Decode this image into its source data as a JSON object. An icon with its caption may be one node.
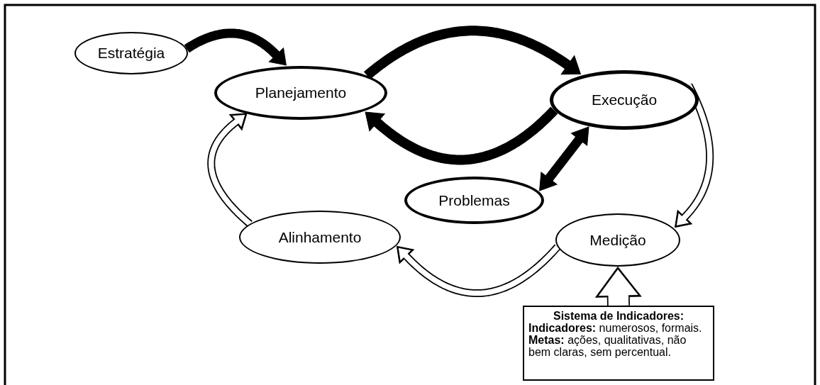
{
  "diagram": {
    "nodes": [
      {
        "text": [
          "Estratégia"
        ]
      },
      {
        "text": [
          "Planejamento"
        ]
      },
      {
        "text": [
          "Execução"
        ]
      },
      {
        "text": [
          "Problemas"
        ]
      },
      {
        "text": [
          "Alinhamento"
        ]
      },
      {
        "text": [
          "Medição"
        ]
      },
      {
        "text": [
          "Sistema de Indicadores:",
          "**Indicadores:** numerosos, formais.",
          "**Metas:** ações, qualitativas, não bem claras, sem percentual."
        ]
      }
    ],
    "edges": [
      {
        "from": 0,
        "to": 1,
        "arrow": "to"
      },
      {
        "from": 1,
        "to": 2,
        "arrow": "to"
      },
      {
        "from": 2,
        "to": 1,
        "arrow": "to"
      },
      {
        "from": 2,
        "to": 3,
        "arrow": "both"
      },
      {
        "from": 2,
        "to": 5,
        "arrow": "to"
      },
      {
        "from": 5,
        "to": 4,
        "arrow": "to"
      },
      {
        "from": 4,
        "to": 1,
        "arrow": "to"
      },
      {
        "from": 6,
        "to": 5,
        "arrow": "to",
        "style": "thick"
      }
    ]
  }
}
